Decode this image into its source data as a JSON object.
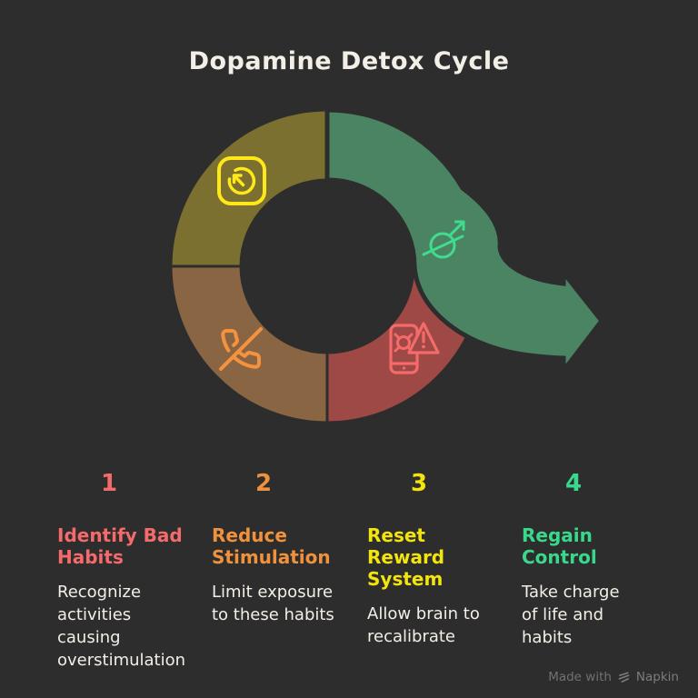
{
  "title": "Dopamine Detox Cycle",
  "colors": {
    "bg": "#2d2d2d",
    "seg-olive": "#7b7030",
    "seg-green": "#4a8463",
    "seg-brown": "#8a6544",
    "seg-red": "#9e4945",
    "icon-yellow": "#ffe81a",
    "icon-orange": "#f5923e",
    "icon-green": "#3fdc8e",
    "icon-salmon": "#f56a6a",
    "text": "#f3efe7",
    "step1": "#f56a6a",
    "step2": "#f0913c",
    "step3": "#f2e40c",
    "step4": "#38d98b",
    "watermark": "#7d7d7d"
  },
  "diagram": {
    "segments": [
      {
        "position": "top-left",
        "icon": "timer-reset-icon",
        "color": "#7b7030"
      },
      {
        "position": "top-right-arrow",
        "icon": "orbit-launch-icon",
        "color": "#4a8463"
      },
      {
        "position": "bottom-left",
        "icon": "phone-off-icon",
        "color": "#8a6544"
      },
      {
        "position": "bottom-right",
        "icon": "phone-malware-warning-icon",
        "color": "#9e4945"
      }
    ]
  },
  "steps": [
    {
      "number": "1",
      "heading": "Identify Bad\nHabits",
      "body": "Recognize\nactivities\ncausing\noverstimulation"
    },
    {
      "number": "2",
      "heading": "Reduce\nStimulation",
      "body": "Limit exposure\nto these habits"
    },
    {
      "number": "3",
      "heading": "Reset\nReward\nSystem",
      "body": "Allow brain to\nrecalibrate"
    },
    {
      "number": "4",
      "heading": "Regain\nControl",
      "body": "Take charge\nof life and\nhabits"
    }
  ],
  "watermark": {
    "prefix": "Made with",
    "brand": "Napkin"
  }
}
